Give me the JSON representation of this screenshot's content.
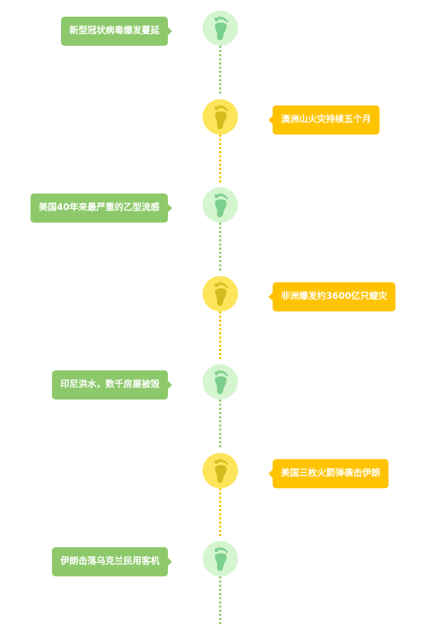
{
  "colors": {
    "green_label": "#8dc96b",
    "green_circle": "#d4f5d0",
    "green_foot": "#7ccf8c",
    "green_line": "#8dc96b",
    "yellow_label": "#ffc300",
    "yellow_circle": "#fde55a",
    "yellow_foot": "#d4bc1e",
    "yellow_line": "#f2c500"
  },
  "events": [
    {
      "text": "新型冠状病毒爆发蔓延",
      "side": "left",
      "theme": "green"
    },
    {
      "text": "澳洲山火灾持续五个月",
      "side": "right",
      "theme": "yellow"
    },
    {
      "text": "美国40年来最严重的乙型流感",
      "side": "left",
      "theme": "green"
    },
    {
      "text": "非洲爆发约3600亿只蝗灾",
      "side": "right",
      "theme": "yellow"
    },
    {
      "text": "印尼洪水，数千房屋被毁",
      "side": "left",
      "theme": "green"
    },
    {
      "text": "美国三枚火箭弹袭击伊朗",
      "side": "right",
      "theme": "yellow"
    },
    {
      "text": "伊朗击落乌克兰民用客机",
      "side": "left",
      "theme": "green"
    }
  ]
}
